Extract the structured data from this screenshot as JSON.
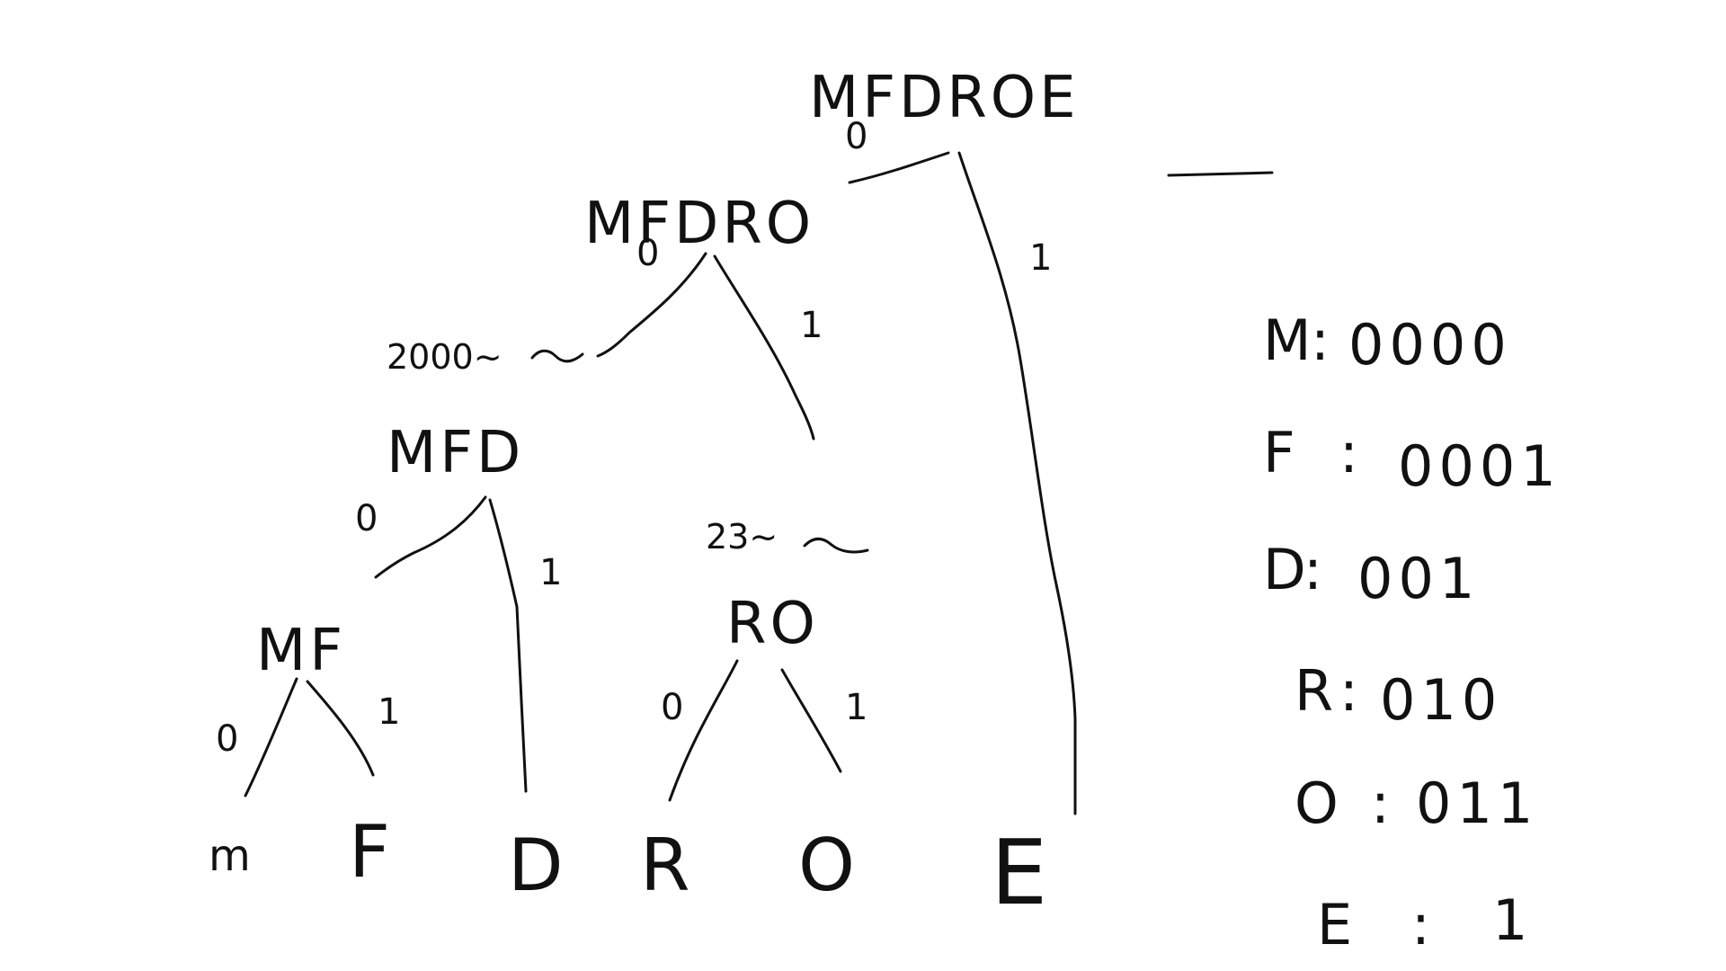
{
  "tree": {
    "root": {
      "label": "MFDROE",
      "left_bit": "0",
      "right_bit": "1"
    },
    "n_mfdro": {
      "label": "MFDRO",
      "left_bit": "0",
      "right_bit": "1"
    },
    "n_mfd": {
      "label": "MFD",
      "left_bit": "0",
      "right_bit": "1",
      "note": "2000~"
    },
    "n_ro": {
      "label": "RO",
      "left_bit": "0",
      "right_bit": "1",
      "note": "23~"
    },
    "n_mf": {
      "label": "MF",
      "left_bit": "0",
      "right_bit": "1"
    }
  },
  "leaves": [
    "m",
    "F",
    "D",
    "R",
    "O",
    "E"
  ],
  "codes": [
    {
      "symbol": "M",
      "code": "0000"
    },
    {
      "symbol": "F",
      "code": "0001"
    },
    {
      "symbol": "D",
      "code": "001"
    },
    {
      "symbol": "R",
      "code": "010"
    },
    {
      "symbol": "O",
      "code": "011"
    },
    {
      "symbol": "E",
      "code": "1"
    }
  ],
  "colors": {
    "ink": "#111111",
    "background": "#ffffff"
  }
}
